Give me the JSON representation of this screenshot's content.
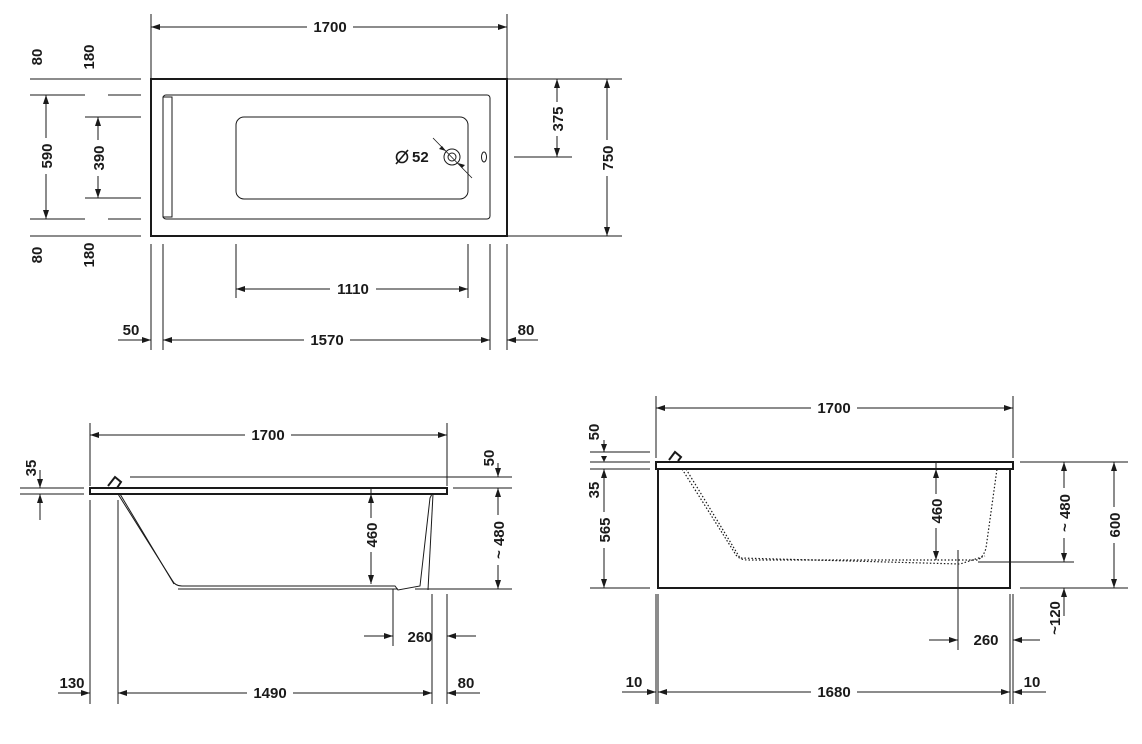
{
  "top_view": {
    "overall_length": "1700",
    "overall_width": "750",
    "inner_length": "1570",
    "basin_length": "1110",
    "drain_offset": "375",
    "drain_diameter": "52",
    "left_rim": "50",
    "right_rim": "80",
    "left_top_edge": "80",
    "left_top_inner": "180",
    "inner_width": "590",
    "basin_width": "390",
    "left_bottom_edge": "80",
    "left_bottom_inner": "180"
  },
  "side_view_left": {
    "overall_length": "1700",
    "rim_thickness": "35",
    "rim_offset": "50",
    "depth_inner": "460",
    "depth_total": "~ 480",
    "drain_offset": "260",
    "left_edge": "130",
    "bottom_length": "1490",
    "right_edge": "80"
  },
  "side_view_right": {
    "overall_length": "1700",
    "top_offset": "50",
    "rim_thickness": "35",
    "panel_height": "565",
    "depth_inner": "460",
    "depth_total": "~ 480",
    "height_total": "600",
    "foot_height": "~120",
    "drain_offset": "260",
    "left_edge": "10",
    "panel_length": "1680",
    "right_edge": "10"
  }
}
